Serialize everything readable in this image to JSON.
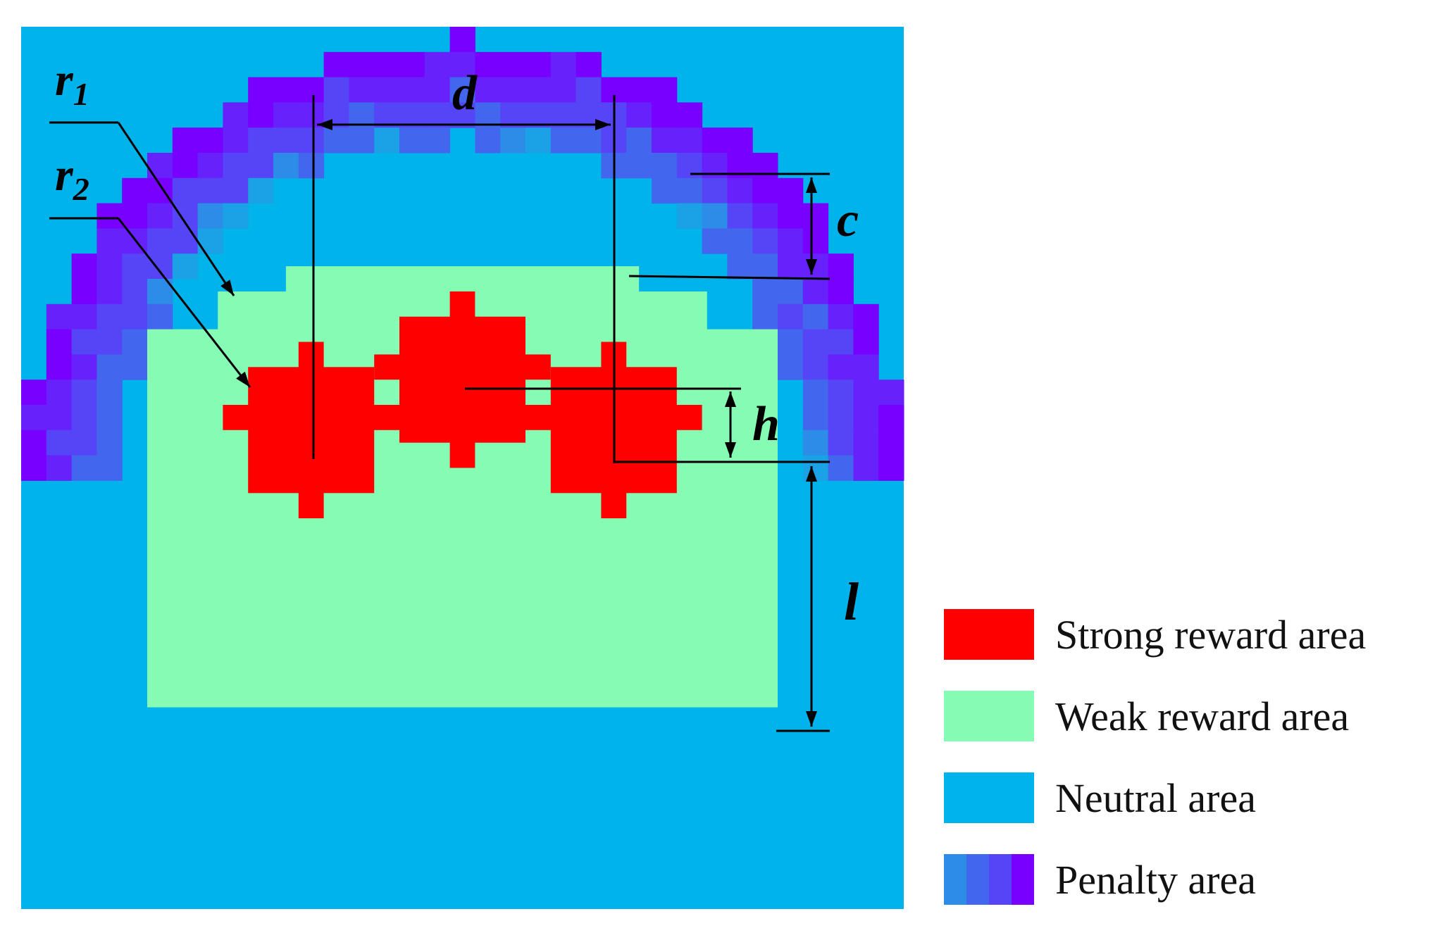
{
  "colors": {
    "strong": "#ff0000",
    "weak": "#86fbb4",
    "neutral": "#00b3ea",
    "penalty": [
      "#7700ff",
      "#6722fc",
      "#5545f6",
      "#4366ee",
      "#2d8ce8",
      "#1aa1e6"
    ]
  },
  "labels": {
    "r1": "r",
    "r1_sub": "1",
    "r2": "r",
    "r2_sub": "2",
    "d": "d",
    "c": "c",
    "h": "h",
    "l": "l"
  },
  "legend": [
    {
      "label": "Strong reward area",
      "swatch": "strong"
    },
    {
      "label": "Weak reward area",
      "swatch": "weak"
    },
    {
      "label": "Neutral area",
      "swatch": "neutral"
    },
    {
      "label": "Penalty area",
      "swatch": "penalty"
    }
  ]
}
